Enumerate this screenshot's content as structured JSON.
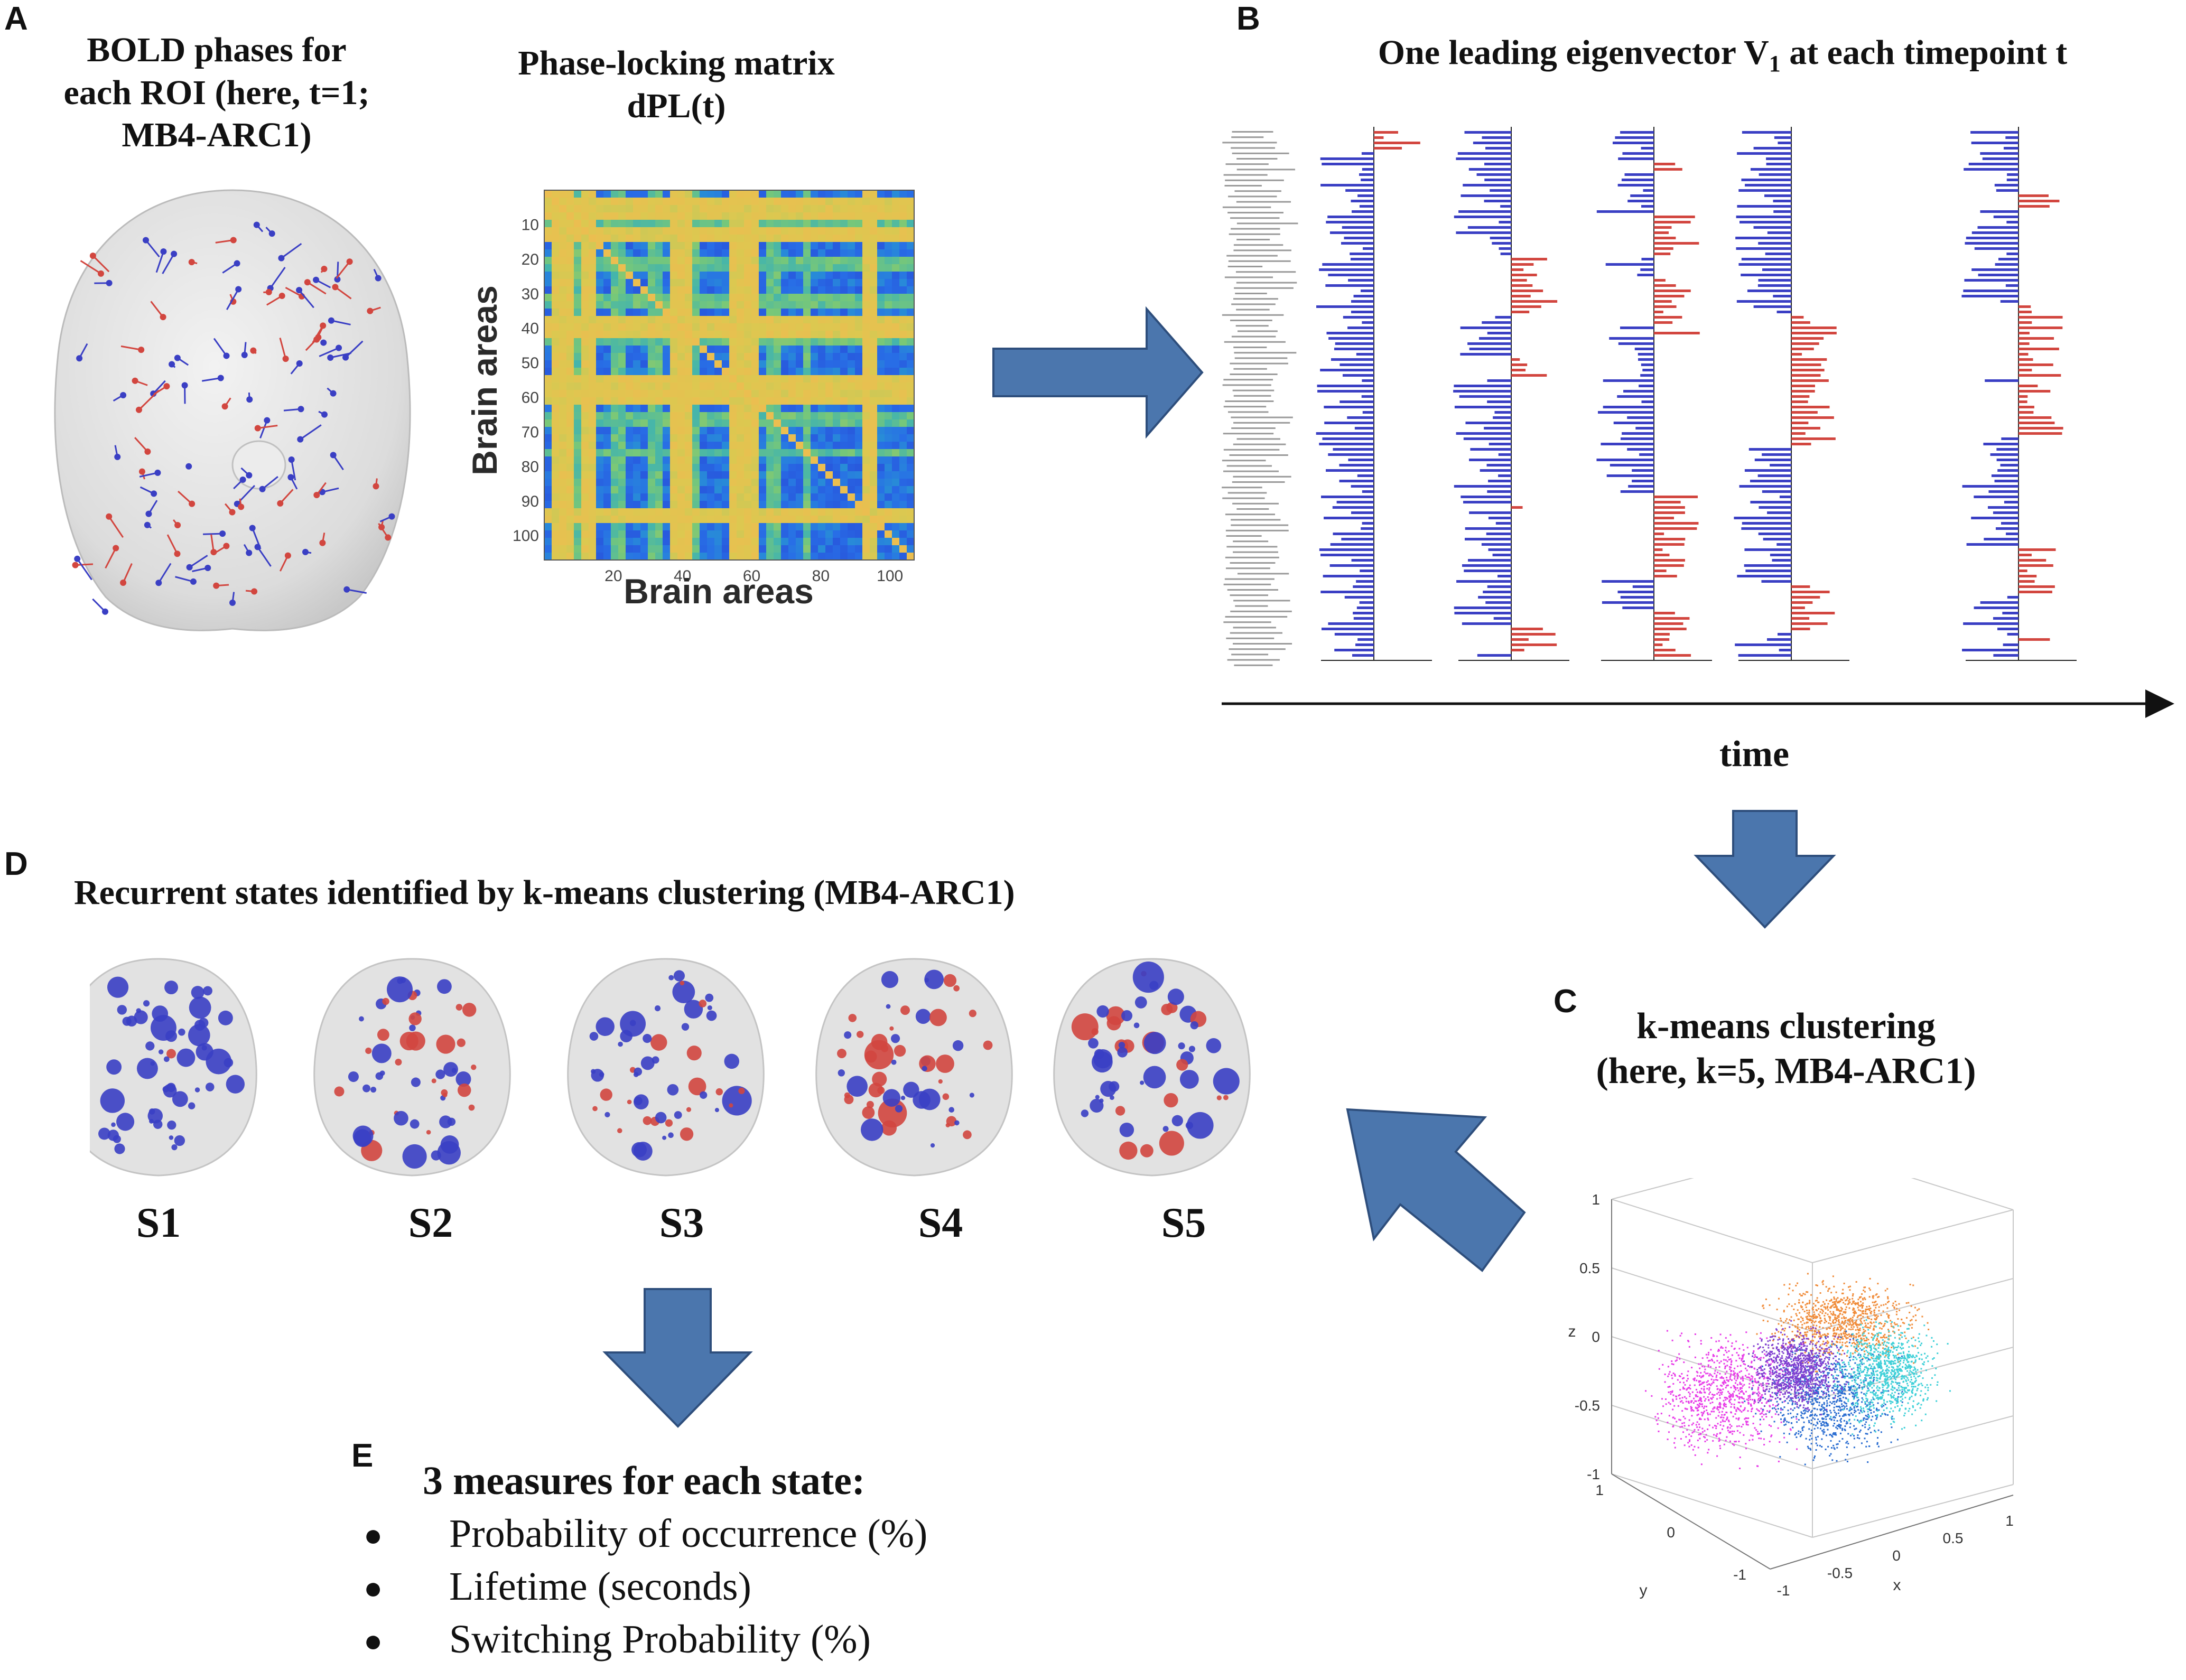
{
  "panels": {
    "a": {
      "letter": "A",
      "title_lines": [
        "BOLD phases for",
        "each ROI (here, t=1;",
        "MB4-ARC1)"
      ]
    },
    "matrix": {
      "title_lines": [
        "Phase-locking matrix",
        "dPL(t)"
      ],
      "xlabel": "Brain areas",
      "ylabel": "Brain areas",
      "x_ticks": [
        "20",
        "40",
        "60",
        "80",
        "100"
      ],
      "y_ticks": [
        "10",
        "20",
        "30",
        "40",
        "50",
        "60",
        "70",
        "80",
        "90",
        "100"
      ]
    },
    "b": {
      "letter": "B",
      "title": "One leading eigenvector V",
      "title_sub": "1",
      "title_tail": " at each timepoint t",
      "time_label": "time"
    },
    "c": {
      "letter": "C",
      "title_lines": [
        "k-means clustering",
        "(here, k=5, MB4-ARC1)"
      ],
      "scatter_ticks": {
        "z": [
          "1",
          "0.5",
          "0",
          "-0.5",
          "-1"
        ],
        "x": [
          "-1",
          "-0.5",
          "0",
          "0.5",
          "1"
        ],
        "y": [
          "1",
          "0",
          "-1"
        ],
        "zlabel": "z",
        "xlabel": "x",
        "ylabel": "y"
      }
    },
    "d": {
      "letter": "D",
      "title": "Recurrent states identified by k-means clustering (MB4-ARC1)",
      "states": [
        "S1",
        "S2",
        "S3",
        "S4",
        "S5"
      ]
    },
    "e": {
      "letter": "E",
      "title": "3 measures for each state:",
      "measures": [
        "Probability of occurrence (%)",
        "Lifetime (seconds)",
        "Switching Probability (%)"
      ]
    }
  },
  "colors": {
    "arrow_fill": "#4b76ad",
    "arrow_stroke": "#2e4e7c",
    "negative": "#3a3fc4",
    "positive": "#d2463f",
    "brain": "#e4e4e4",
    "cluster_colors": [
      "#e83ee8",
      "#f08c3a",
      "#2a6dd1",
      "#3fd0d8",
      "#7f3fd0"
    ]
  }
}
